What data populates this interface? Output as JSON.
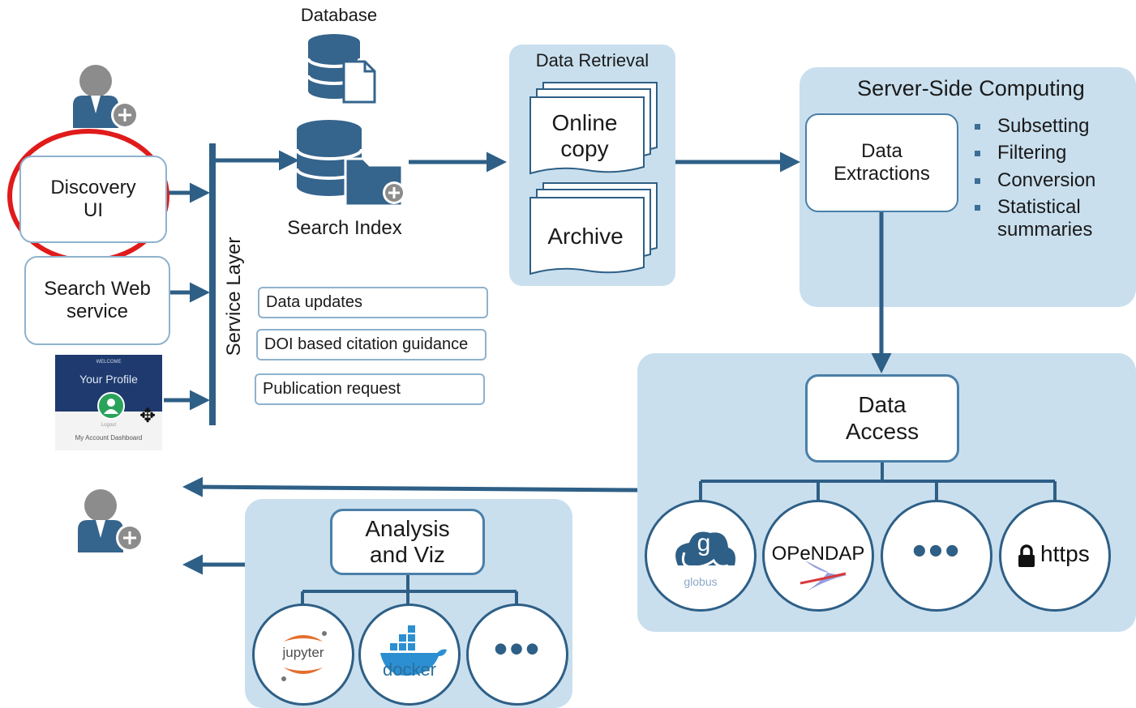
{
  "database_label": "Database",
  "search_index_label": "Search Index",
  "service_layer_label": "Service Layer",
  "clients": {
    "discovery_ui": "Discovery UI",
    "search_web_service": "Search Web service",
    "profile_card": {
      "welcome": "WELCOME",
      "title": "Your Profile",
      "sub": "Logout",
      "dashboard": "My Account Dashboard"
    }
  },
  "service_tags": [
    "Data updates",
    "DOI based citation guidance",
    "Publication request"
  ],
  "data_retrieval": {
    "title": "Data Retrieval",
    "online_copy": "Online copy",
    "archive": "Archive"
  },
  "server_side": {
    "title": "Server-Side Computing",
    "data_extractions": "Data Extractions",
    "bullets": [
      "Subsetting",
      "Filtering",
      "Conversion",
      "Statistical summaries"
    ]
  },
  "data_access": {
    "title": "Data Access",
    "methods": {
      "globus": "globus",
      "opendap": "OPeNDAP",
      "more": "•••",
      "https": "https"
    }
  },
  "analysis": {
    "title": "Analysis and Viz",
    "tools": {
      "jupyter": "jupyter",
      "docker": "docker",
      "more": "•••"
    }
  },
  "colors": {
    "panel": "#c9dfee",
    "line": "#2e5f86",
    "icon": "#35648c",
    "highlight": "#e01b1b",
    "user_head": "#8c8c8c"
  },
  "icons": [
    "user-add-icon",
    "database-icon",
    "document-icon",
    "folder-add-icon",
    "move-icon",
    "lock-icon",
    "globus-logo",
    "jupyter-logo",
    "docker-logo"
  ]
}
